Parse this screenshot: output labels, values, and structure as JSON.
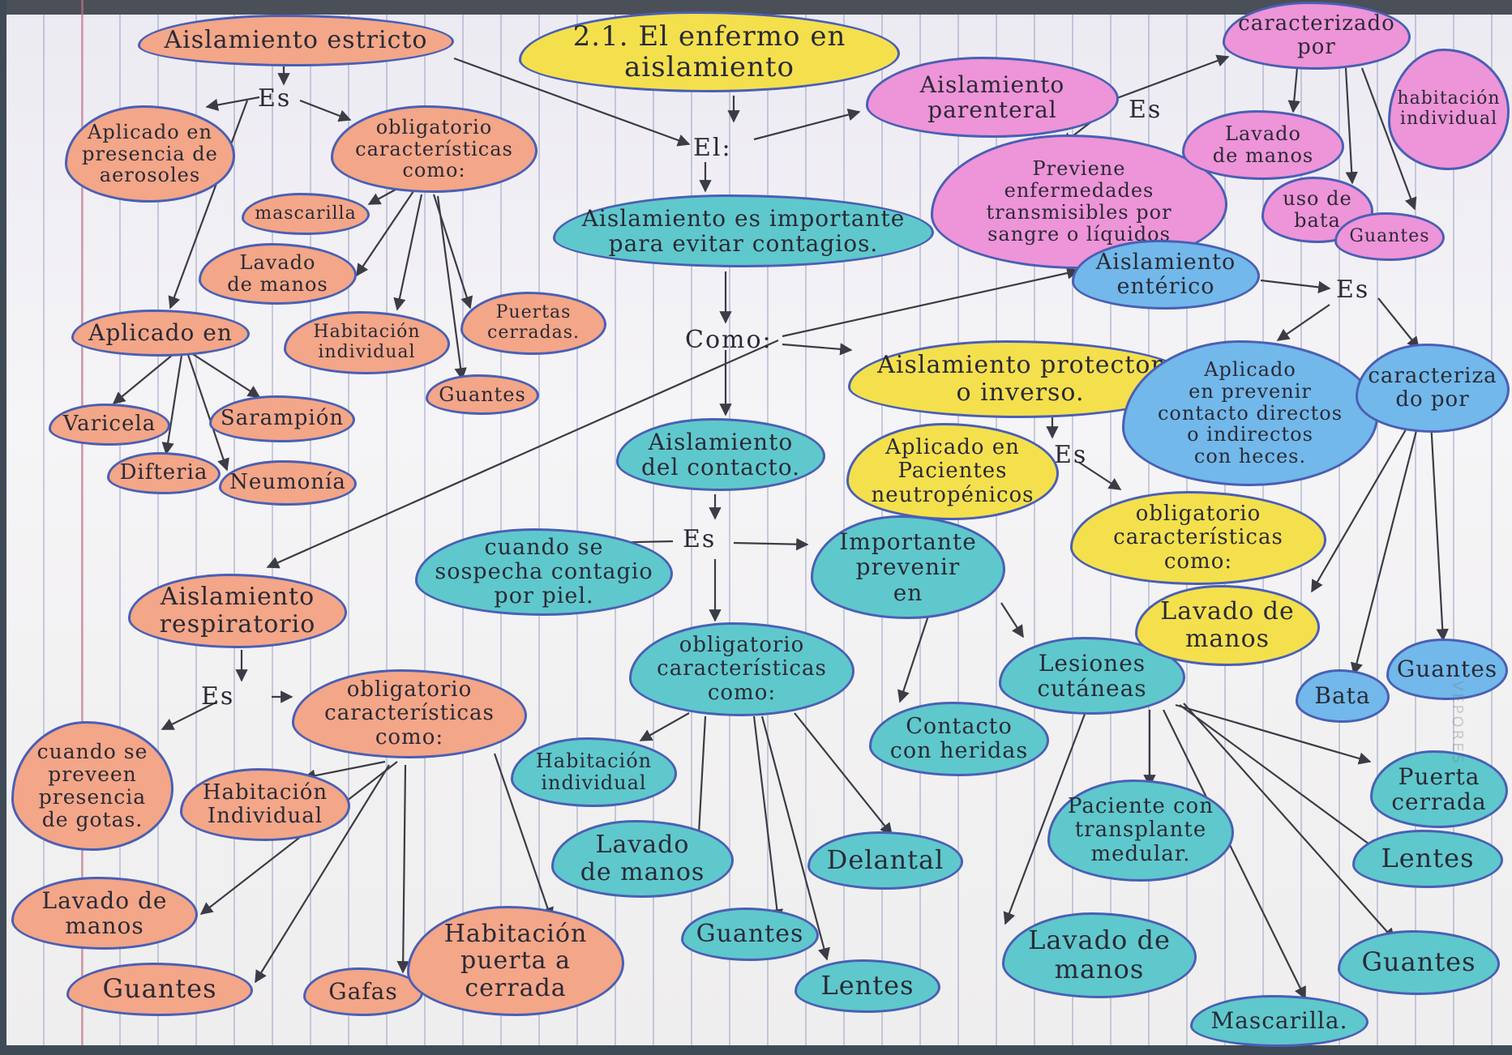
{
  "title": "2.1. El enfermo en\naislamiento",
  "connectors": {
    "el": "El:",
    "como": "Como:",
    "es": "Es"
  },
  "nodes": {
    "importancia": "Aislamiento es importante\npara evitar contagios.",
    "estricto": {
      "name": "Aislamiento estricto",
      "aplicado_aerosoles": "Aplicado en\npresencia de\naerosoles",
      "obligatorio": "obligatorio\ncaracterísticas\ncomo:",
      "mascarilla": "mascarilla",
      "lavado": "Lavado\nde manos",
      "habitacion": "Habitación\nindividual",
      "puertas": "Puertas\ncerradas.",
      "guantes": "Guantes",
      "aplicado_en": "Aplicado en",
      "varicela": "Varicela",
      "difteria": "Difteria",
      "sarampion": "Sarampión",
      "neumonia": "Neumonía"
    },
    "respiratorio": {
      "name": "Aislamiento\nrespiratorio",
      "cuando": "cuando se\npreveen\npresencia\nde gotas.",
      "obligatorio": "obligatorio\ncaracterísticas\ncomo:",
      "habitacion": "Habitación\nIndividual",
      "lavado": "Lavado de\nmanos",
      "guantes": "Guantes",
      "gafas": "Gafas",
      "habitacion_puerta": "Habitación\npuerta a\ncerrada"
    },
    "contacto": {
      "name": "Aislamiento\ndel contacto.",
      "cuando": "cuando se\nsospecha contagio\npor piel.",
      "importante": "Importante\nprevenir\nen",
      "obligatorio": "obligatorio\ncaracterísticas\ncomo:",
      "habitacion": "Habitación\nindividual",
      "lavado": "Lavado\nde manos",
      "guantes": "Guantes",
      "lentes": "Lentes",
      "delantal": "Delantal",
      "heridas": "Contacto\ncon heridas",
      "lesiones": "Lesiones\ncutáneas"
    },
    "parenteral": {
      "name": "Aislamiento\nparenteral",
      "previene": "Previene\nenfermedades\ntransmisibles por\nsangre o líquidos",
      "caracterizado": "caracterizado\npor",
      "lavado": "Lavado\nde manos",
      "bata": "uso de\nbata",
      "habitacion": "habitación\nindividual",
      "guantes": "Guantes"
    },
    "protector": {
      "name": "Aislamiento protector\no inverso.",
      "aplicado": "Aplicado en\nPacientes\nneutropénicos",
      "obligatorio": "obligatorio\ncaracterísticas\ncomo:",
      "lavado": "Lavado de\nmanos"
    },
    "enterico": {
      "name": "Aislamiento\nentérico",
      "aplicado": "Aplicado\nen prevenir\ncontacto directos\no indirectos\ncon heces.",
      "caracterizado": "caracteriza\ndo por",
      "bata": "Bata",
      "guantes": "Guantes"
    },
    "medular": {
      "paciente": "Paciente con\ntransplante\nmedular.",
      "lavado": "Lavado de\nmanos",
      "mascarilla": "Mascarilla.",
      "puerta": "Puerta\ncerrada",
      "lentes": "Lentes",
      "guantes": "Guantes"
    }
  },
  "colors": {
    "orange": "#f3a688",
    "yellow": "#f4e04d",
    "pink": "#ee94d8",
    "cyan": "#5fc8cc",
    "blue": "#72b8ea",
    "outline": "#4a5fb5"
  },
  "watermark": "VEPORES"
}
